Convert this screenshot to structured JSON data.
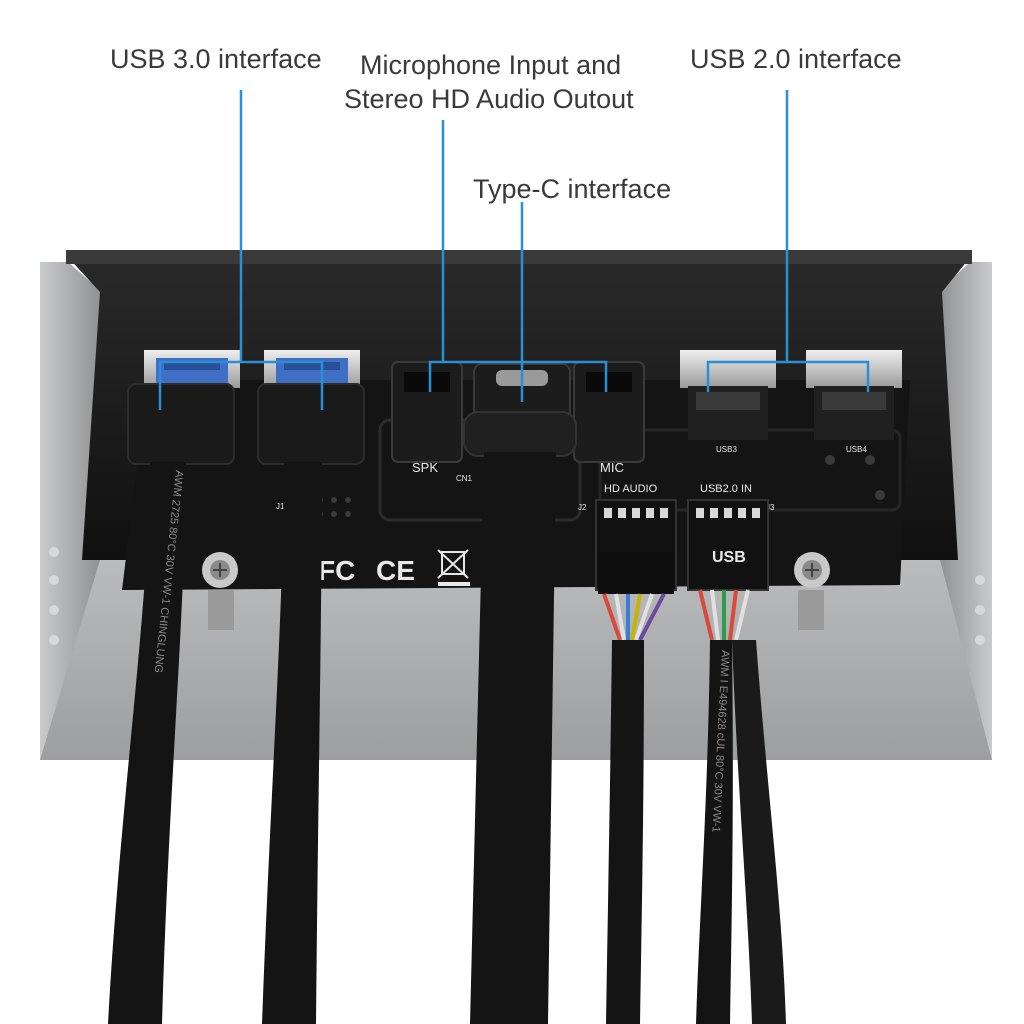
{
  "callouts": {
    "usb30": "USB 3.0 interface",
    "audio_line1": "Microphone Input and",
    "audio_line2": "Stereo HD Audio Outout",
    "typec": "Type-C interface",
    "usb20": "USB 2.0 interface"
  },
  "board_labels": {
    "spk": "SPK",
    "mic": "MIC",
    "cn1": "CN1",
    "j1": "J1",
    "j2": "J2",
    "j3": "J3",
    "hd_audio": "HD AUDIO",
    "usb20_in": "USB2.0 IN",
    "usb3": "USB3",
    "usb4": "USB4",
    "usb_header": "USB",
    "fc": "FC",
    "ce": "CE"
  },
  "cable_print": {
    "left_cable": "AWM 2725 80°C 30V VW-1 CHINGLUNG",
    "right_cable": "AWM I E494628 cUL 80°C 30V VW-1"
  },
  "colors": {
    "callout_line": "#2a8fd6",
    "label_text": "#3a3a3a",
    "pcb": "#141414",
    "metal": "#a9abad",
    "usb3_blue": "#3f6fc4"
  }
}
